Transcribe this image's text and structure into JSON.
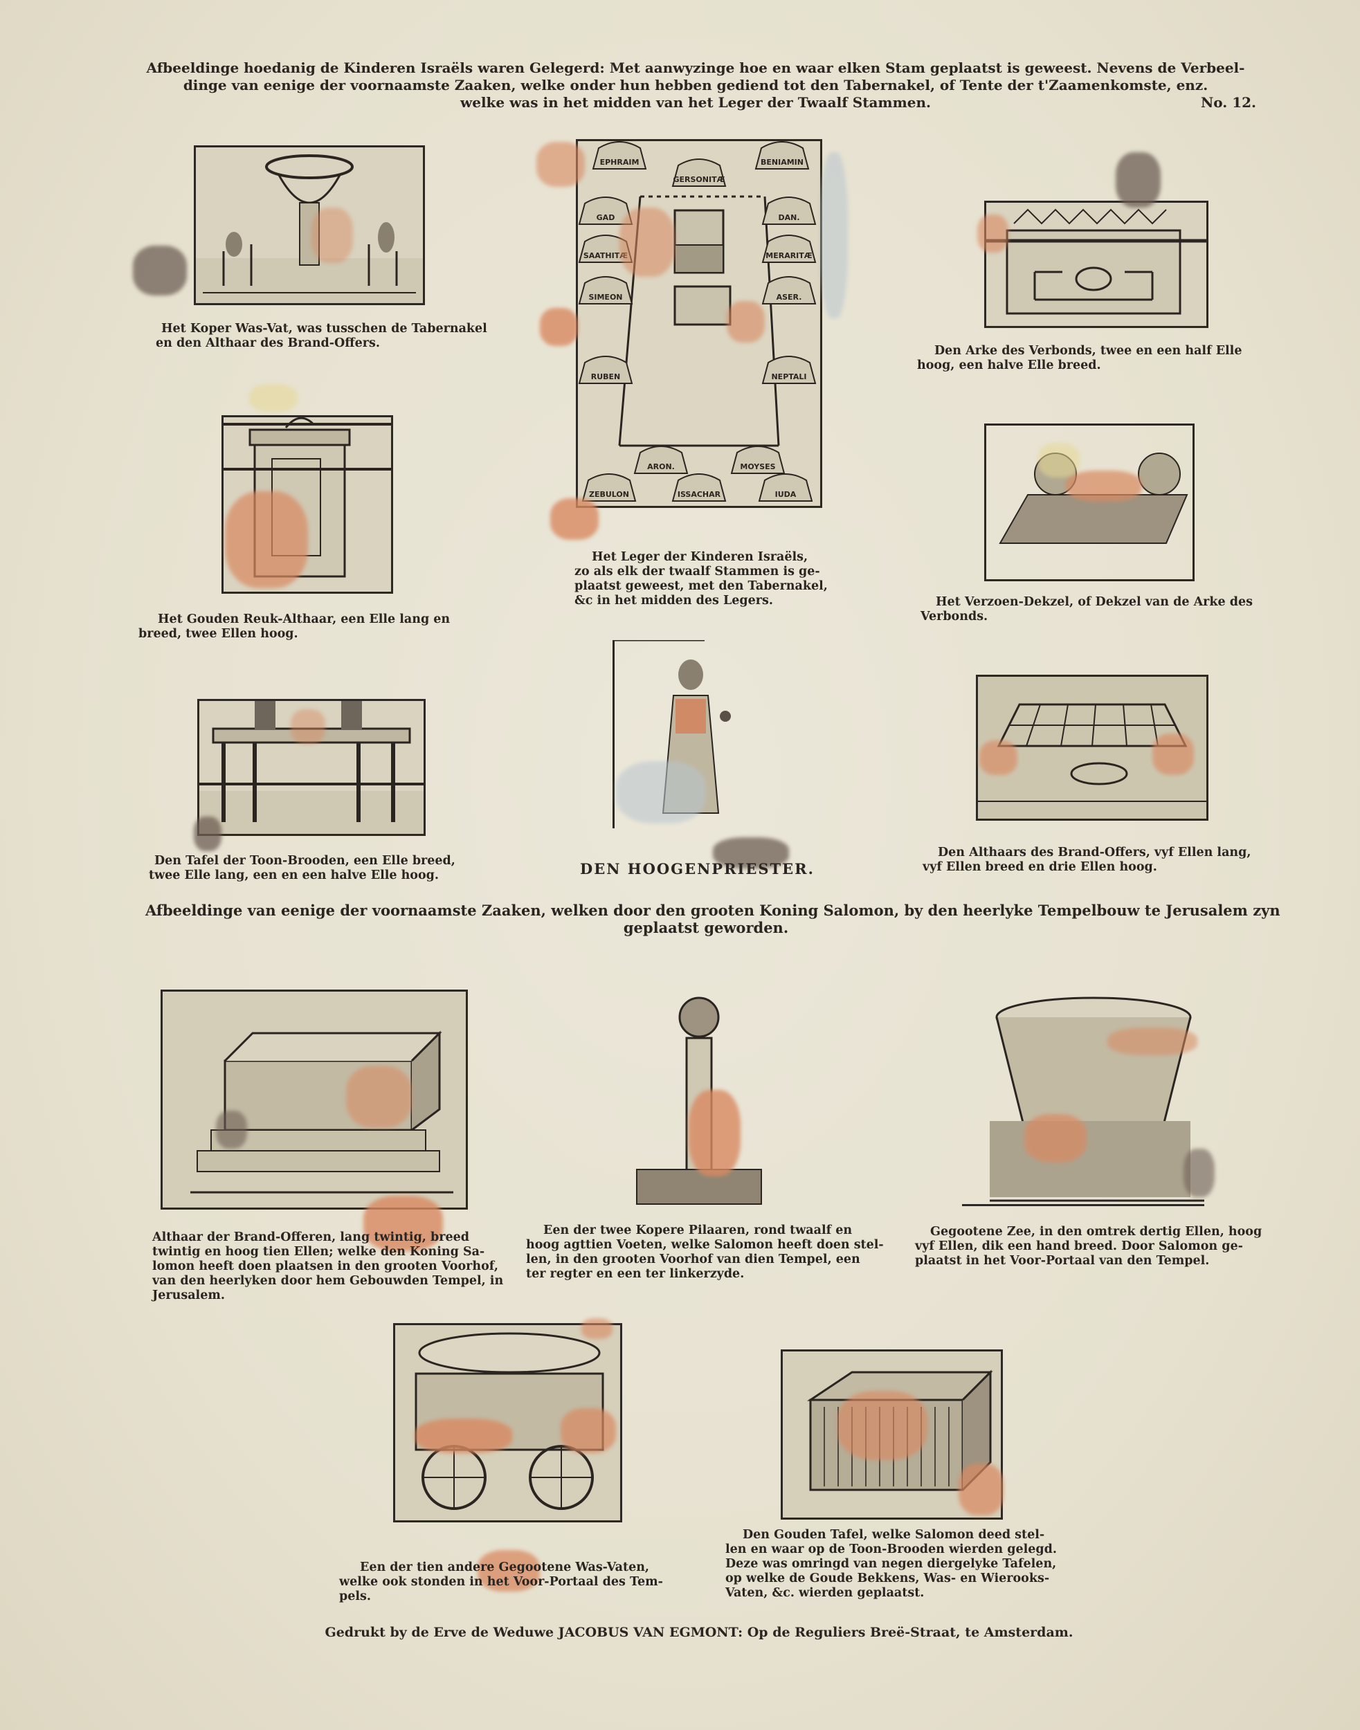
{
  "header": {
    "lines": [
      "Afbeeldinge hoedanig de Kinderen Israëls waren Gelegerd: Met aanwyzinge hoe en waar elken Stam geplaatst is geweest.  Nevens de Verbeel-",
      "dinge van eenige der voornaamste Zaaken, welke onder hun hebben gediend tot den Tabernakel, of Tente der t'Zaamenkomste, enz.",
      "welke was in het midden van het Leger der Twaalf Stammen."
    ],
    "number": "No. 12."
  },
  "prints_top": [
    {
      "id": "koper-was-vat",
      "lines": [
        "Het Koper Was-Vat, was tusschen de Tabernakel",
        "en den Althaar des Brand-Offers."
      ]
    },
    {
      "id": "leger",
      "lines": [
        "Het Leger der Kinderen Israëls,",
        "zo als elk der twaalf Stammen is ge-",
        "plaatst geweest, met den Tabernakel,",
        "&c in het midden des Legers."
      ],
      "tent_labels": [
        "EPHRAIM",
        "GERSONITÆ",
        "BENIAMIN",
        "GAD",
        "DAN.",
        "SAATHITÆ",
        "MERARITÆ",
        "SIMEON",
        "ASER.",
        "RUBEN",
        "NEPTALI",
        "ARON.",
        "MOYSES",
        "ZEBULON",
        "ISSACHAR",
        "IUDA"
      ]
    },
    {
      "id": "arke-verbonds",
      "lines": [
        "Den Arke des Verbonds, twee en een half Elle",
        "hoog, een halve Elle breed."
      ]
    },
    {
      "id": "reuk-althaar",
      "lines": [
        "Het Gouden Reuk-Althaar, een Elle lang en",
        "breed, twee Ellen hoog."
      ]
    },
    {
      "id": "verzoen-dekzel",
      "lines": [
        "Het Verzoen-Dekzel, of Dekzel van de Arke des",
        "Verbonds."
      ]
    },
    {
      "id": "tafel-toonbrooden",
      "lines": [
        "Den Tafel der Toon-Brooden, een Elle breed,",
        "twee Elle lang, een en een halve Elle hoog."
      ]
    },
    {
      "id": "hoogenpriester",
      "lines": [
        "DEN HOOGENPRIESTER."
      ]
    },
    {
      "id": "althaar-brandoffers",
      "lines": [
        "Den Althaars des Brand-Offers, vyf Ellen lang,",
        "vyf Ellen breed en drie Ellen hoog."
      ]
    }
  ],
  "section_heading": [
    "Afbeeldinge van eenige der voornaamste Zaaken, welken door den grooten Koning Salomon, by den heerlyke Tempelbouw te Jerusalem zyn",
    "geplaatst geworden."
  ],
  "prints_bottom": [
    {
      "id": "althaar-salomon",
      "lines": [
        "Althaar der Brand-Offeren, lang twintig, breed",
        "twintig en hoog tien Ellen; welke den Koning Sa-",
        "lomon heeft doen plaatsen in den grooten Voorhof,",
        "van den heerlyken door hem Gebouwden Tempel, in",
        "Jerusalem."
      ]
    },
    {
      "id": "kopere-pilaar",
      "lines": [
        "Een der twee Kopere Pilaaren, rond twaalf en",
        "hoog agttien Voeten, welke Salomon heeft doen stel-",
        "len, in den grooten Voorhof van dien Tempel, een",
        "ter regter en een ter linkerzyde."
      ]
    },
    {
      "id": "gegootene-zee",
      "lines": [
        "Gegootene Zee, in den omtrek dertig Ellen, hoog",
        "vyf Ellen, dik een hand breed.  Door Salomon ge-",
        "plaatst in het Voor-Portaal van den Tempel."
      ]
    },
    {
      "id": "was-vaten",
      "lines": [
        "Een der tien andere Gegootene Was-Vaten,",
        "welke ook stonden in het Voor-Portaal des Tem-",
        "pels."
      ]
    },
    {
      "id": "gouden-tafel",
      "lines": [
        "Den Gouden Tafel, welke Salomon deed stel-",
        "len en waar op de Toon-Brooden wierden gelegd.",
        "Deze was omringd van negen diergelyke Tafelen,",
        "op welke de Goude Bekkens, Was- en Wierooks-",
        "Vaten, &c. wierden geplaatst."
      ]
    }
  ],
  "footer": "Gedrukt by de Erve de Weduwe JACOBUS VAN EGMONT: Op de Reguliers Breë-Straat, te Amsterdam."
}
